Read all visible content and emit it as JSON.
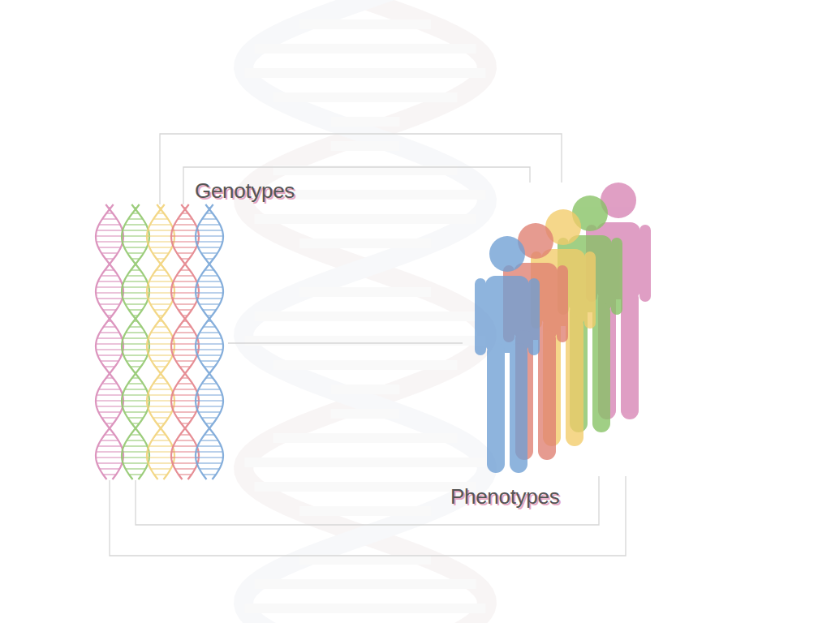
{
  "diagram": {
    "nodes": [
      {
        "text": [
          "Genotypes"
        ]
      },
      {
        "text": [
          "Phenotypes"
        ]
      }
    ],
    "edges": [
      {
        "from": 0,
        "to": 1,
        "arrow": "none"
      },
      {
        "from": 0,
        "to": 1,
        "arrow": "none"
      },
      {
        "from": 0,
        "to": 1,
        "arrow": "none"
      },
      {
        "from": 0,
        "to": 1,
        "arrow": "none"
      },
      {
        "from": 0,
        "to": 1,
        "arrow": "none"
      }
    ]
  }
}
